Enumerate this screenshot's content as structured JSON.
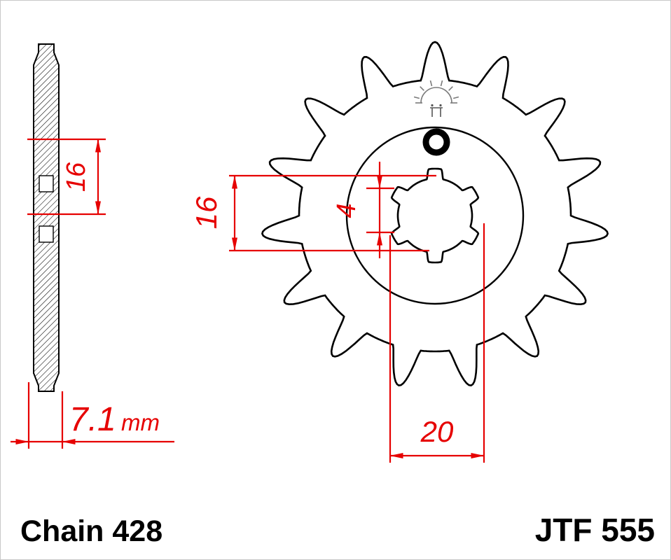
{
  "drawing_title": {
    "chain_label": "Chain 428",
    "model_label": "JTF 555"
  },
  "dimensions": {
    "hub_section": "16",
    "bore_inner": "16",
    "spline_depth": "4",
    "bore_outer": "20",
    "width_value": "7.1",
    "width_unit": "mm"
  },
  "sprocket": {
    "teeth": 15,
    "spline_notches": 6,
    "views": [
      "side-section-view",
      "front-view"
    ]
  },
  "colors": {
    "dimension": "#e60000",
    "outline": "#000000",
    "logo_gray": "#7a7a7a"
  }
}
